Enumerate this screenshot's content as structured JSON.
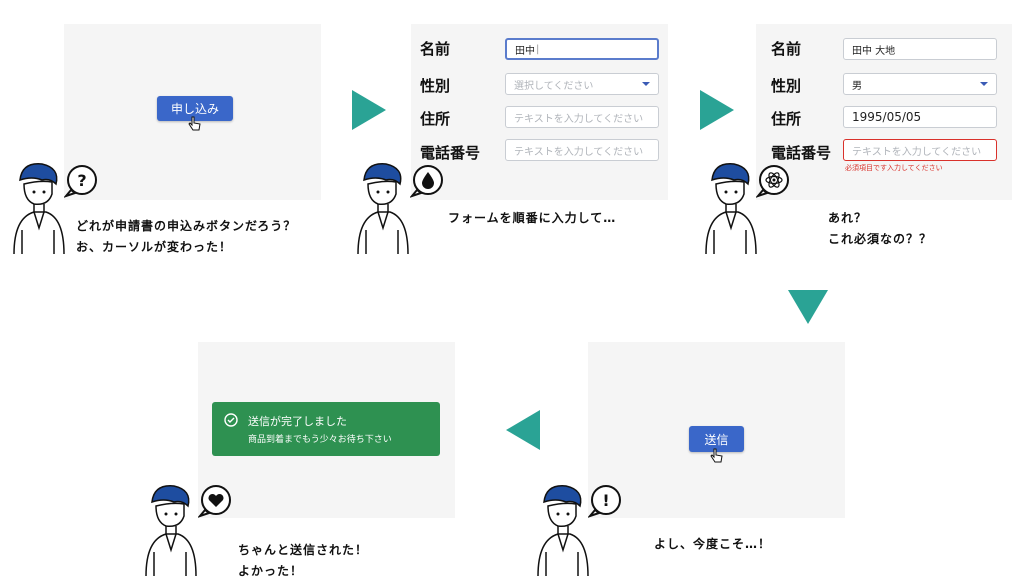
{
  "step1": {
    "apply_button": "申し込み",
    "caption_line1": "どれが申請書の申込みボタンだろう？",
    "caption_line2": "お、カーソルが変わった！"
  },
  "form_labels": {
    "name": "名前",
    "gender": "性別",
    "address": "住所",
    "phone": "電話番号"
  },
  "step2": {
    "name_value": "田中",
    "gender_placeholder": "選択してください",
    "address_placeholder": "テキストを入力してください",
    "phone_placeholder": "テキストを入力してください",
    "caption": "フォームを順番に入力して…"
  },
  "step3": {
    "name_value": "田中 大地",
    "gender_value": "男",
    "address_value": "1995/05/05",
    "phone_placeholder": "テキストを入力してください",
    "error_message": "必須項目です入力してください",
    "caption_line1": "あれ？",
    "caption_line2": "これ必須なの？？"
  },
  "step4": {
    "submit_button": "送信",
    "caption": "よし、今度こそ…！"
  },
  "step5": {
    "toast_title": "送信が完了しました",
    "toast_message": "商品到着までもう少々お待ち下さい",
    "caption_line1": "ちゃんと送信された！",
    "caption_line2": "よかった！"
  },
  "bubbles": [
    "question-icon",
    "drop-icon",
    "atom-icon",
    "exclamation-icon",
    "heart-icon"
  ],
  "colors": {
    "accent_blue": "#3a67c9",
    "arrow_teal": "#2aa395",
    "success_green": "#2e9151",
    "error_red": "#d9312b"
  }
}
